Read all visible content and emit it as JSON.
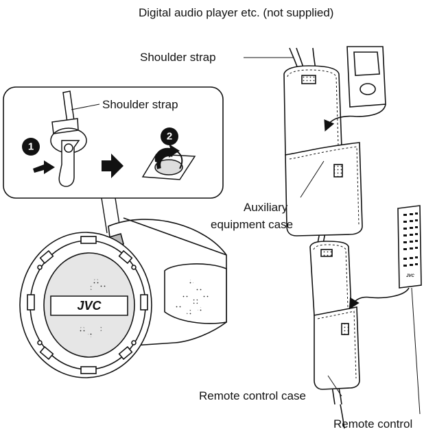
{
  "labels": {
    "digital_audio_player": "Digital audio player etc. (not supplied)",
    "shoulder_strap_main": "Shoulder strap",
    "shoulder_strap_inset": "Shoulder strap",
    "auxiliary_line1": "Auxiliary",
    "auxiliary_line2": "equipment case",
    "remote_control_case": "Remote control case",
    "remote_control": "Remote control"
  },
  "steps": [
    "1",
    "2"
  ],
  "camera_brand": "JVC",
  "remote_brand": "JVC",
  "colors": {
    "line": "#111111",
    "fill": "#ffffff",
    "shade": "#e6e6e6",
    "badge": "#111111"
  },
  "icons": [
    "step-arrow-icon",
    "next-step-arrow-icon",
    "rotate-arrow-icon",
    "insert-arrow-icon"
  ]
}
